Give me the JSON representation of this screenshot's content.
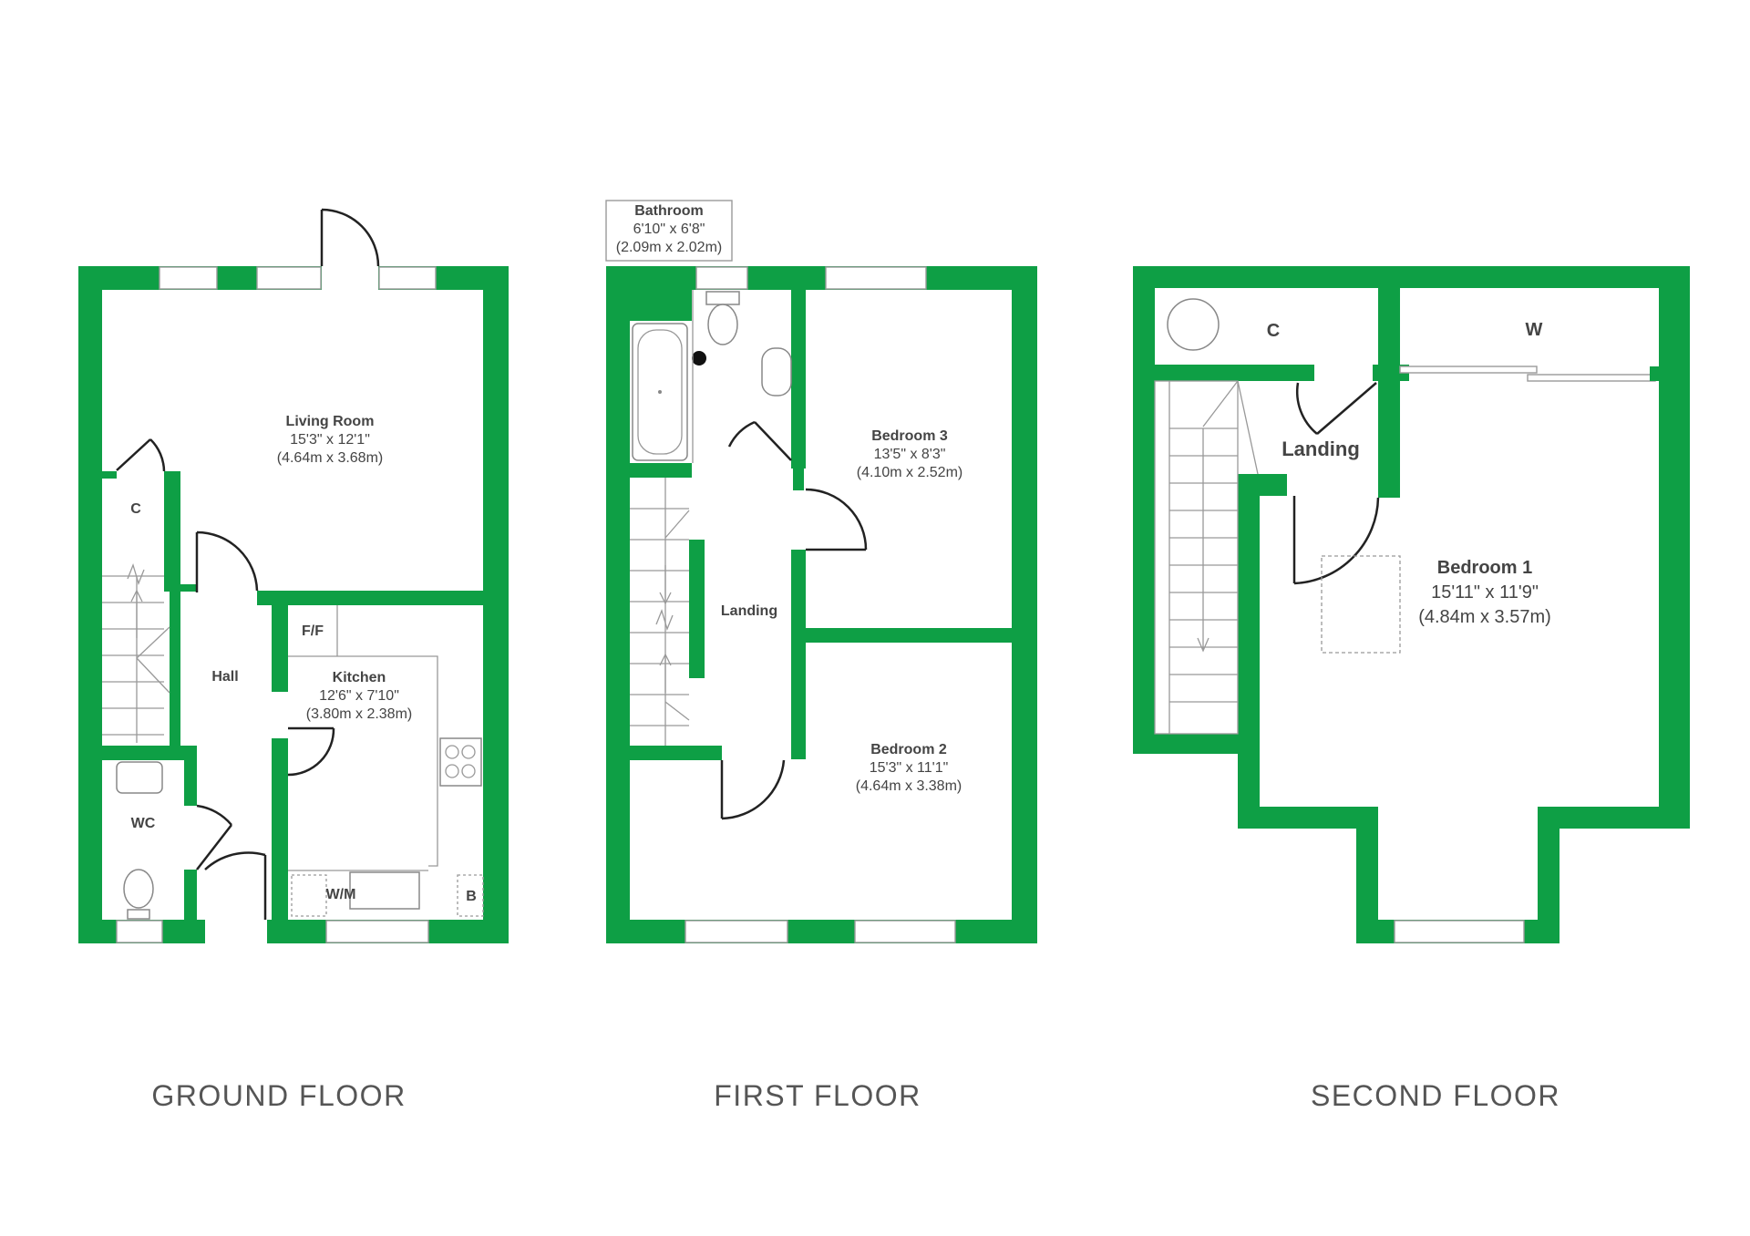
{
  "colors": {
    "wall": "#0e9f45",
    "text": "#444444",
    "floor_label": "#555555"
  },
  "floors": [
    {
      "label": "GROUND FLOOR",
      "rooms": [
        {
          "name": "Living Room",
          "imperial": "15'3\" x 12'1\"",
          "metric": "(4.64m x 3.68m)"
        },
        {
          "name": "C"
        },
        {
          "name": "Hall"
        },
        {
          "name": "Kitchen",
          "imperial": "12'6\" x 7'10\"",
          "metric": "(3.80m x 2.38m)"
        },
        {
          "name": "WC"
        }
      ],
      "fixtures": [
        "F/F",
        "W/M",
        "B"
      ]
    },
    {
      "label": "FIRST FLOOR",
      "rooms": [
        {
          "name": "Bathroom",
          "imperial": "6'10\" x 6'8\"",
          "metric": "(2.09m x 2.02m)"
        },
        {
          "name": "Bedroom 3",
          "imperial": "13'5\" x 8'3\"",
          "metric": "(4.10m x 2.52m)"
        },
        {
          "name": "Landing"
        },
        {
          "name": "Bedroom 2",
          "imperial": "15'3\" x 11'1\"",
          "metric": "(4.64m x 3.38m)"
        }
      ]
    },
    {
      "label": "SECOND FLOOR",
      "rooms": [
        {
          "name": "C"
        },
        {
          "name": "W"
        },
        {
          "name": "Landing"
        },
        {
          "name": "Bedroom 1",
          "imperial": "15'11\" x 11'9\"",
          "metric": "(4.84m x 3.57m)"
        }
      ]
    }
  ]
}
